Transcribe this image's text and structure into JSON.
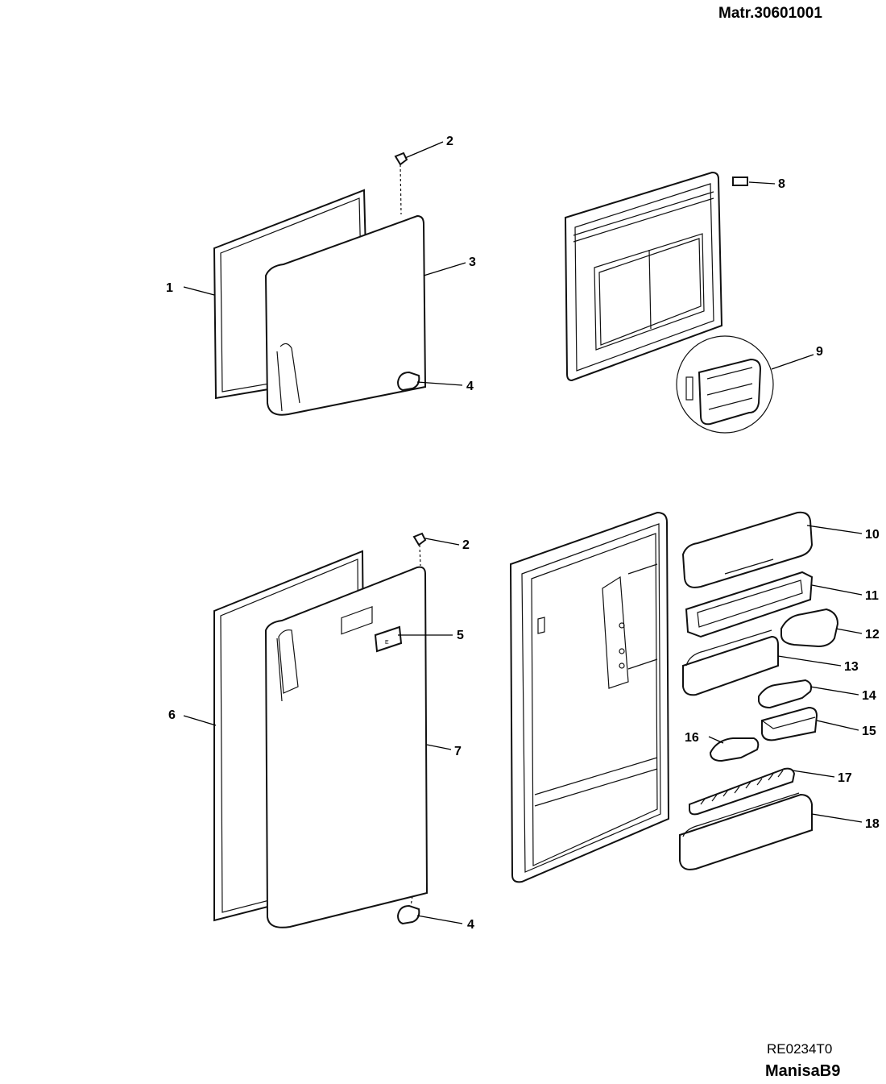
{
  "header": {
    "matr": "Matr.30601001"
  },
  "footer": {
    "reference": "RE0234T0",
    "model": "ManisaB9"
  },
  "callouts": {
    "c1": "1",
    "c2a": "2",
    "c3": "3",
    "c4a": "4",
    "c8": "8",
    "c9": "9",
    "c2b": "2",
    "c5": "5",
    "c6": "6",
    "c7": "7",
    "c4b": "4",
    "c10": "10",
    "c11": "11",
    "c12": "12",
    "c13": "13",
    "c14": "14",
    "c15": "15",
    "c16": "16",
    "c17": "17",
    "c18": "18"
  },
  "label_plate_text": "E"
}
